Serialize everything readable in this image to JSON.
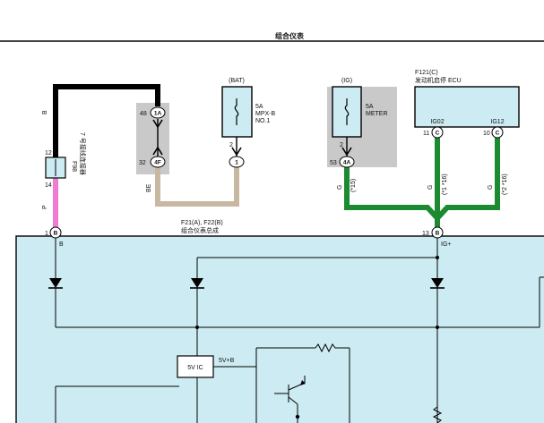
{
  "header": {
    "title": "组合仪表"
  },
  "colors": {
    "black_wire": "#000000",
    "green_wire": "#1c8a30",
    "pink_wire": "#f07bd0",
    "tan_wire": "#c8b8a2",
    "gray_box": "#c9c9c9",
    "ecu_fill": "#cdebf2",
    "meter_fill": "#cdebf2"
  },
  "components": {
    "junction": {
      "id": "F98",
      "name": "7 号接线连接器",
      "pin_top": "12",
      "pin_bottom": "14"
    },
    "fuse_bat": {
      "supply": "(BAT)",
      "rating": "5A",
      "name1": "MPX-B",
      "name2": "NO.1",
      "pin": "2"
    },
    "fuse_ig": {
      "supply": "(IG)",
      "rating": "5A",
      "name1": "METER",
      "pin": "2"
    },
    "ecu": {
      "id": "F121(C)",
      "name": "发动机启停 ECU",
      "pin_ig02": "IG02",
      "pin_ig12": "IG12"
    },
    "meter": {
      "id": "F21(A), F22(B)",
      "name": "组合仪表总成"
    },
    "regulator": {
      "label": "5V IC",
      "output": "5V+B"
    }
  },
  "pins": {
    "p48": "48",
    "p48_conn": "1A",
    "p32": "32",
    "p32_conn": "4F",
    "p2_bat_conn": "1",
    "p53": "53",
    "p53_conn": "4A",
    "p11": "11",
    "p11_conn": "C",
    "p10": "10",
    "p10_conn": "C",
    "p1": "1",
    "p1_conn": "B",
    "p13": "13",
    "p13_conn": "B"
  },
  "wires": {
    "w_black_color": "B",
    "w_pink_color": "P",
    "w_tan_color": "BE",
    "w_green_left_color": "G",
    "w_green_left_note": "(*15)",
    "w_green_mid_color": "G",
    "w_green_mid_note": "(*1 *16)",
    "w_green_right_color": "G",
    "w_green_right_note": "(*2 *16)"
  },
  "signals": {
    "b_input": "B",
    "ig_input": "IG+"
  }
}
